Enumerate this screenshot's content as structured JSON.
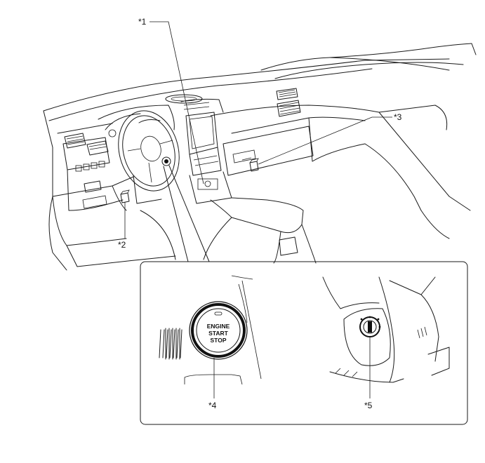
{
  "callouts": {
    "c1": "*1",
    "c2": "*2",
    "c3": "*3",
    "c4": "*4",
    "c5": "*5"
  },
  "push_button": {
    "line1": "ENGINE",
    "line2": "START",
    "line3": "STOP"
  },
  "icons": [
    "dashboard-illustration",
    "engine-switch-button",
    "key-cylinder",
    "sensor-box"
  ]
}
